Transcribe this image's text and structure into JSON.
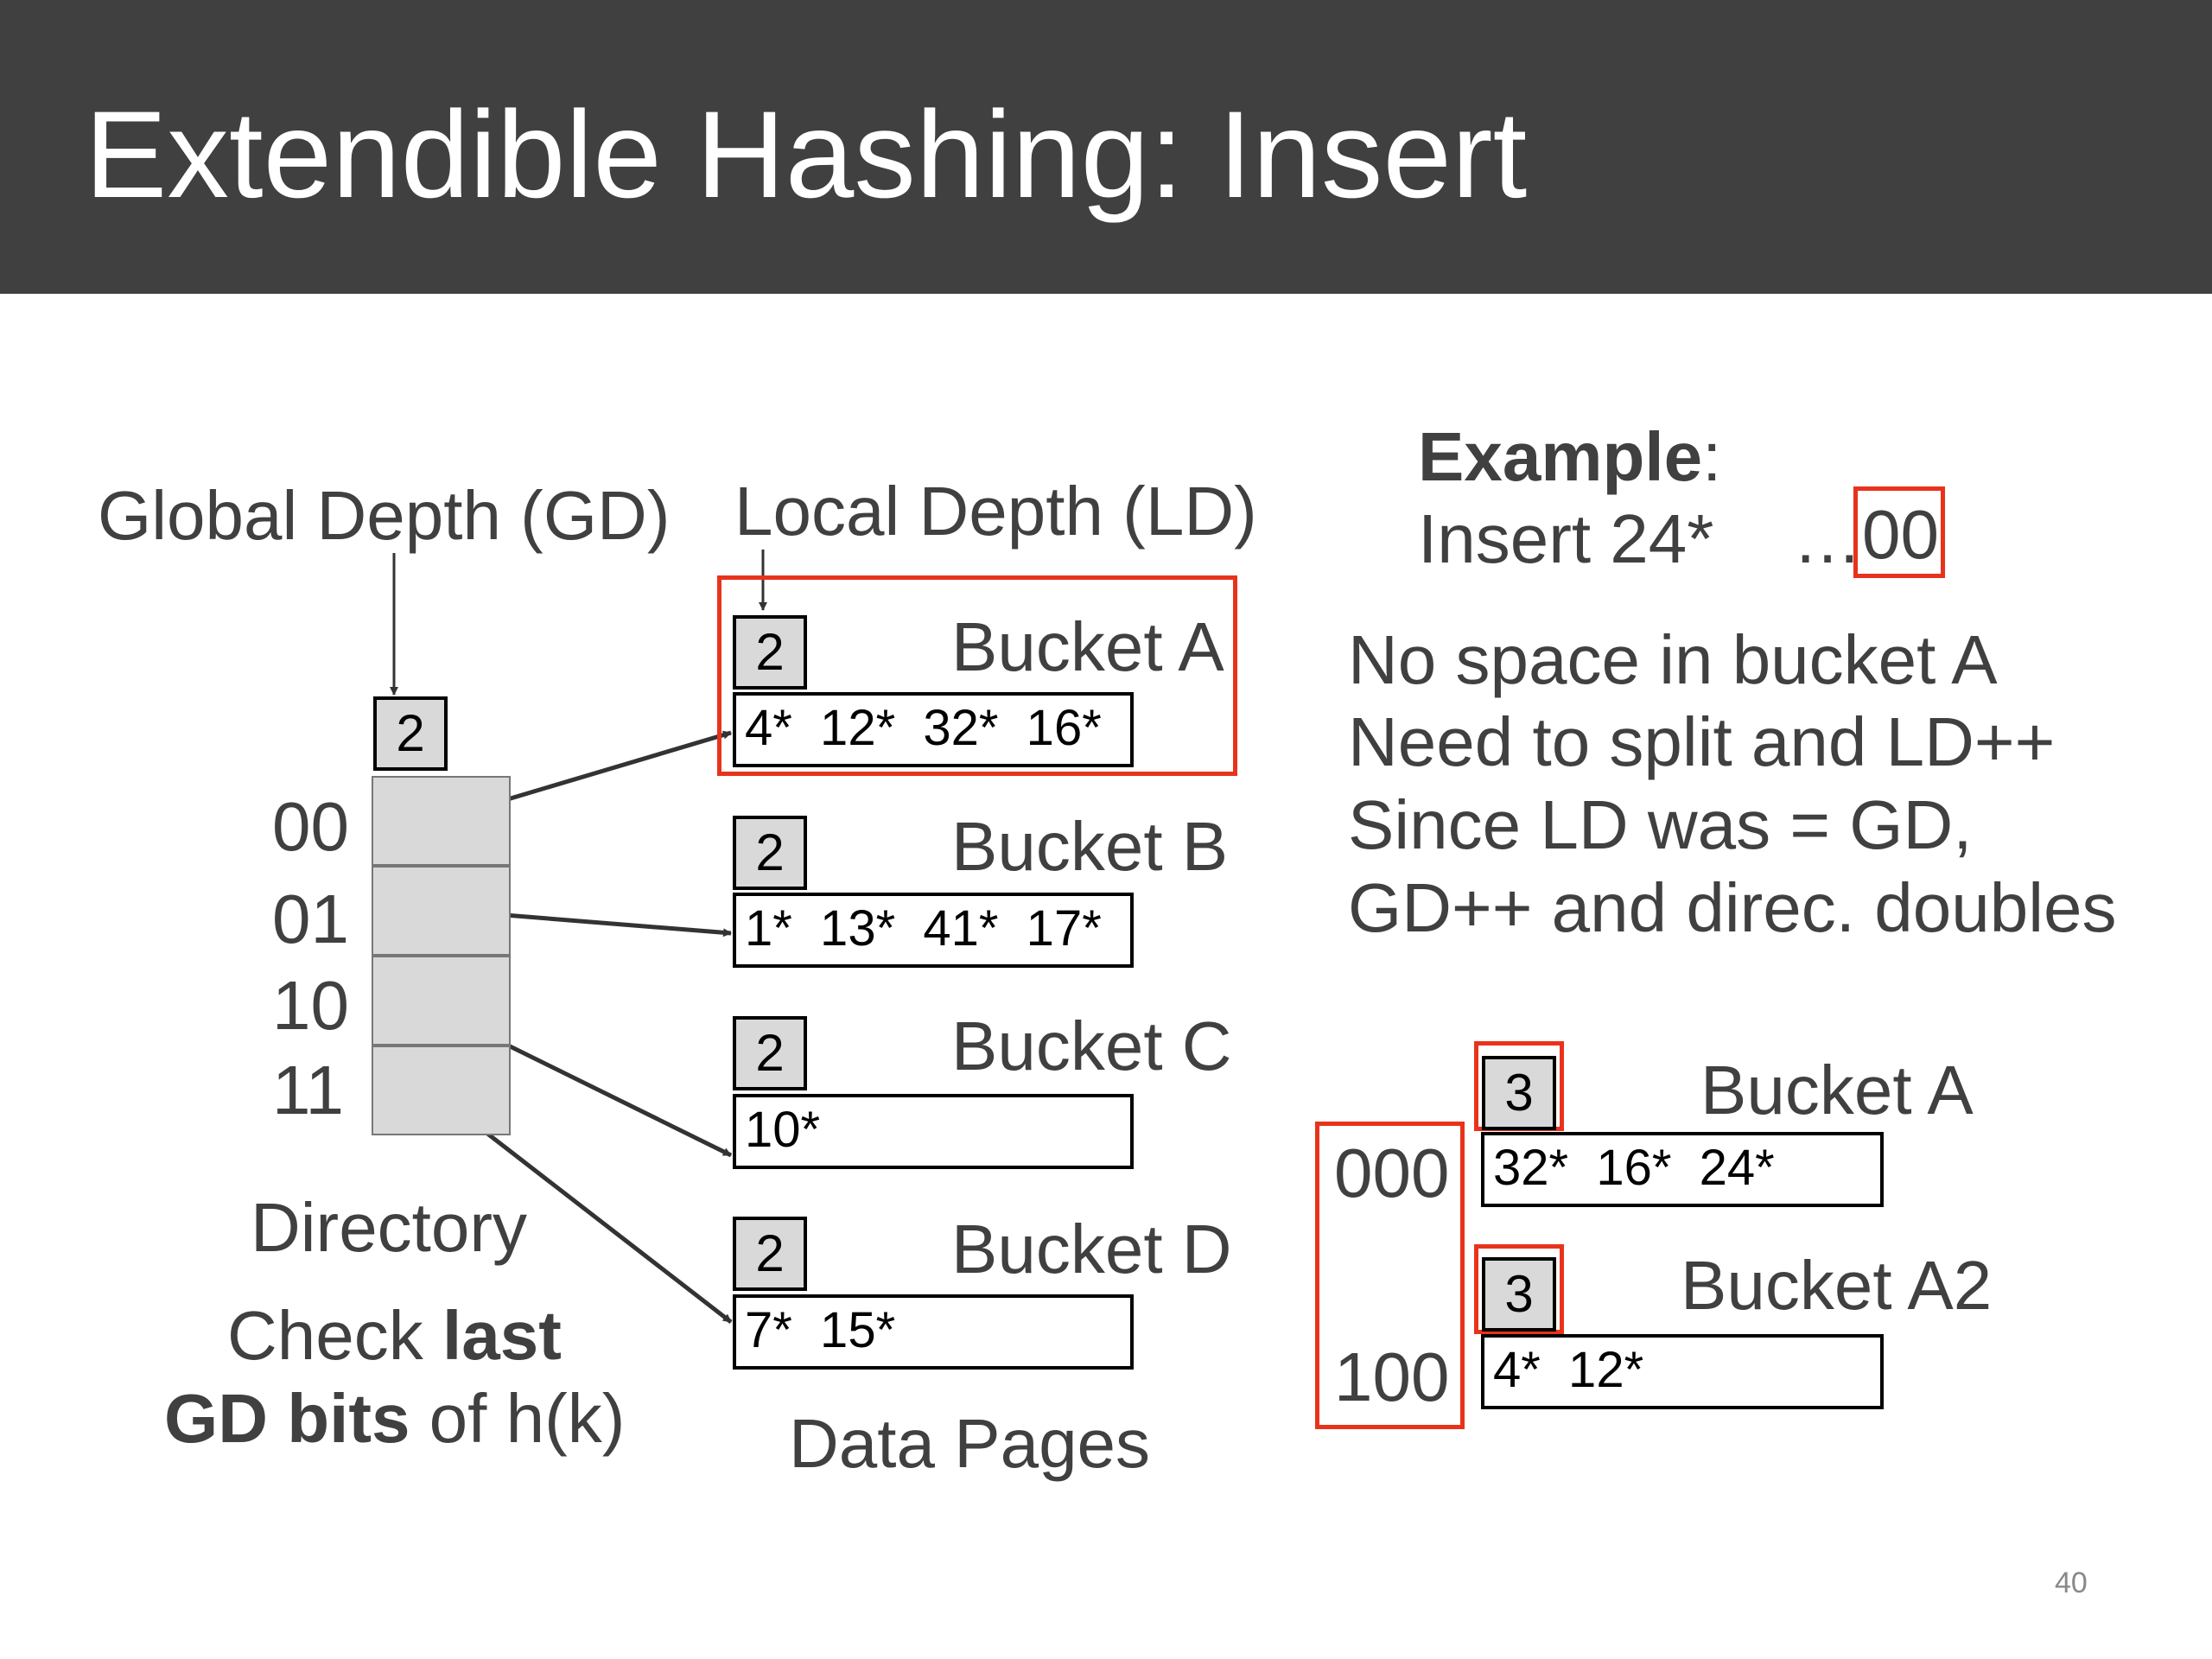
{
  "title": "Extendible Hashing: Insert",
  "labels": {
    "global_depth": "Global Depth (GD)",
    "local_depth": "Local Depth (LD)",
    "directory": "Directory",
    "check_prefix": "Check ",
    "check_bold": "last",
    "gd_bits_bold": "GD bits",
    "gd_bits_suffix": " of h(k)",
    "data_pages": "Data Pages"
  },
  "global_depth_value": "2",
  "directory": [
    "00",
    "01",
    "10",
    "11"
  ],
  "buckets": [
    {
      "name": "Bucket A",
      "local_depth": "2",
      "entries": "4*  12*  32*  16*"
    },
    {
      "name": "Bucket B",
      "local_depth": "2",
      "entries": "1*  13*  41*  17*"
    },
    {
      "name": "Bucket C",
      "local_depth": "2",
      "entries": "10*"
    },
    {
      "name": "Bucket D",
      "local_depth": "2",
      "entries": "7*  15*"
    }
  ],
  "example": {
    "heading": "Example",
    "heading_colon": ":",
    "insert_text": "Insert 24*",
    "ellipsis": "…",
    "suffix_bits": "00"
  },
  "explanation": [
    "No space in bucket A",
    "Need to split and LD++",
    "Since LD was = GD,",
    "GD++ and direc. doubles"
  ],
  "result": {
    "dir_labels": [
      "000",
      "100"
    ],
    "buckets": [
      {
        "name": "Bucket A",
        "local_depth": "3",
        "entries": "32*  16*  24*"
      },
      {
        "name": "Bucket A2",
        "local_depth": "3",
        "entries": "4*  12*"
      }
    ]
  },
  "page_number": "40",
  "colors": {
    "title_bar": "#404040",
    "highlight": "#e8331c",
    "cell_fill": "#d9d9d9"
  }
}
